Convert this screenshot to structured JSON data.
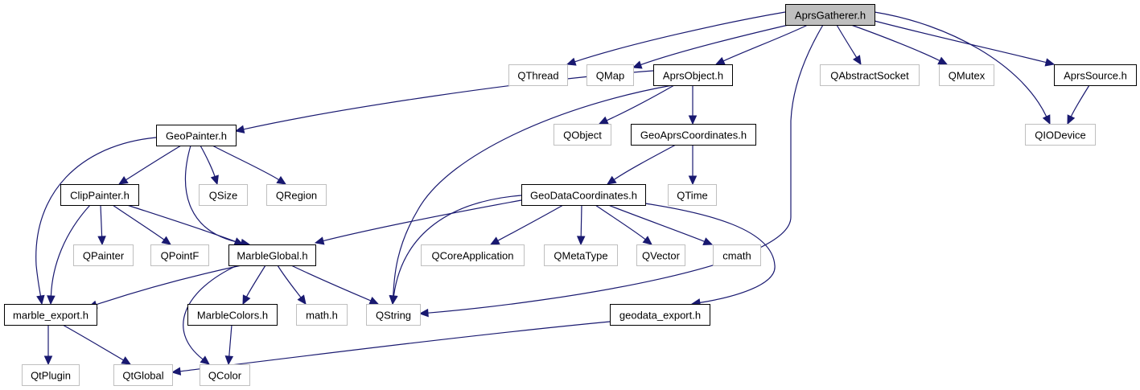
{
  "diagram": {
    "type": "include-dependency-graph",
    "root": "AprsGatherer.h",
    "colors": {
      "edge": "#191970",
      "root_fill": "#bfbfbf",
      "documented_border": "#000000",
      "external_border": "#bfbfbf"
    },
    "nodes": [
      {
        "id": "AprsGatherer",
        "label": "AprsGatherer.h",
        "kind": "root"
      },
      {
        "id": "QThread",
        "label": "QThread",
        "kind": "external"
      },
      {
        "id": "QMap",
        "label": "QMap",
        "kind": "external"
      },
      {
        "id": "AprsObject",
        "label": "AprsObject.h",
        "kind": "documented"
      },
      {
        "id": "QAbstractSocket",
        "label": "QAbstractSocket",
        "kind": "external"
      },
      {
        "id": "QMutex",
        "label": "QMutex",
        "kind": "external"
      },
      {
        "id": "AprsSource",
        "label": "AprsSource.h",
        "kind": "documented"
      },
      {
        "id": "GeoPainter",
        "label": "GeoPainter.h",
        "kind": "documented"
      },
      {
        "id": "QObject",
        "label": "QObject",
        "kind": "external"
      },
      {
        "id": "GeoAprsCoordinates",
        "label": "GeoAprsCoordinates.h",
        "kind": "documented"
      },
      {
        "id": "QIODevice",
        "label": "QIODevice",
        "kind": "external"
      },
      {
        "id": "ClipPainter",
        "label": "ClipPainter.h",
        "kind": "documented"
      },
      {
        "id": "QSize",
        "label": "QSize",
        "kind": "external"
      },
      {
        "id": "QRegion",
        "label": "QRegion",
        "kind": "external"
      },
      {
        "id": "GeoDataCoordinates",
        "label": "GeoDataCoordinates.h",
        "kind": "documented"
      },
      {
        "id": "QTime",
        "label": "QTime",
        "kind": "external"
      },
      {
        "id": "QPainter",
        "label": "QPainter",
        "kind": "external"
      },
      {
        "id": "QPointF",
        "label": "QPointF",
        "kind": "external"
      },
      {
        "id": "MarbleGlobal",
        "label": "MarbleGlobal.h",
        "kind": "documented"
      },
      {
        "id": "QCoreApplication",
        "label": "QCoreApplication",
        "kind": "external"
      },
      {
        "id": "QMetaType",
        "label": "QMetaType",
        "kind": "external"
      },
      {
        "id": "QVector",
        "label": "QVector",
        "kind": "external"
      },
      {
        "id": "cmath",
        "label": "cmath",
        "kind": "external"
      },
      {
        "id": "marble_export",
        "label": "marble_export.h",
        "kind": "documented"
      },
      {
        "id": "MarbleColors",
        "label": "MarbleColors.h",
        "kind": "documented"
      },
      {
        "id": "math",
        "label": "math.h",
        "kind": "external"
      },
      {
        "id": "QString",
        "label": "QString",
        "kind": "external"
      },
      {
        "id": "geodata_export",
        "label": "geodata_export.h",
        "kind": "documented"
      },
      {
        "id": "QtPlugin",
        "label": "QtPlugin",
        "kind": "external"
      },
      {
        "id": "QtGlobal",
        "label": "QtGlobal",
        "kind": "external"
      },
      {
        "id": "QColor",
        "label": "QColor",
        "kind": "external"
      }
    ],
    "edges": [
      {
        "from": "AprsGatherer",
        "to": "QThread"
      },
      {
        "from": "AprsGatherer",
        "to": "QMap"
      },
      {
        "from": "AprsGatherer",
        "to": "AprsObject"
      },
      {
        "from": "AprsGatherer",
        "to": "QString"
      },
      {
        "from": "AprsGatherer",
        "to": "QAbstractSocket"
      },
      {
        "from": "AprsGatherer",
        "to": "QMutex"
      },
      {
        "from": "AprsGatherer",
        "to": "QIODevice"
      },
      {
        "from": "AprsGatherer",
        "to": "AprsSource"
      },
      {
        "from": "AprsSource",
        "to": "QIODevice"
      },
      {
        "from": "AprsObject",
        "to": "GeoPainter"
      },
      {
        "from": "AprsObject",
        "to": "QString"
      },
      {
        "from": "AprsObject",
        "to": "QObject"
      },
      {
        "from": "AprsObject",
        "to": "GeoAprsCoordinates"
      },
      {
        "from": "GeoPainter",
        "to": "marble_export"
      },
      {
        "from": "GeoPainter",
        "to": "ClipPainter"
      },
      {
        "from": "GeoPainter",
        "to": "MarbleGlobal"
      },
      {
        "from": "GeoPainter",
        "to": "QSize"
      },
      {
        "from": "GeoPainter",
        "to": "QRegion"
      },
      {
        "from": "ClipPainter",
        "to": "marble_export"
      },
      {
        "from": "ClipPainter",
        "to": "QPainter"
      },
      {
        "from": "ClipPainter",
        "to": "QPointF"
      },
      {
        "from": "ClipPainter",
        "to": "MarbleGlobal"
      },
      {
        "from": "GeoAprsCoordinates",
        "to": "GeoDataCoordinates"
      },
      {
        "from": "GeoAprsCoordinates",
        "to": "QTime"
      },
      {
        "from": "GeoDataCoordinates",
        "to": "MarbleGlobal"
      },
      {
        "from": "GeoDataCoordinates",
        "to": "QString"
      },
      {
        "from": "GeoDataCoordinates",
        "to": "QCoreApplication"
      },
      {
        "from": "GeoDataCoordinates",
        "to": "QMetaType"
      },
      {
        "from": "GeoDataCoordinates",
        "to": "QVector"
      },
      {
        "from": "GeoDataCoordinates",
        "to": "cmath"
      },
      {
        "from": "GeoDataCoordinates",
        "to": "geodata_export"
      },
      {
        "from": "MarbleGlobal",
        "to": "marble_export"
      },
      {
        "from": "MarbleGlobal",
        "to": "QColor"
      },
      {
        "from": "MarbleGlobal",
        "to": "MarbleColors"
      },
      {
        "from": "MarbleGlobal",
        "to": "math"
      },
      {
        "from": "MarbleGlobal",
        "to": "QString"
      },
      {
        "from": "marble_export",
        "to": "QtPlugin"
      },
      {
        "from": "marble_export",
        "to": "QtGlobal"
      },
      {
        "from": "MarbleColors",
        "to": "QColor"
      },
      {
        "from": "geodata_export",
        "to": "QtGlobal"
      }
    ]
  }
}
